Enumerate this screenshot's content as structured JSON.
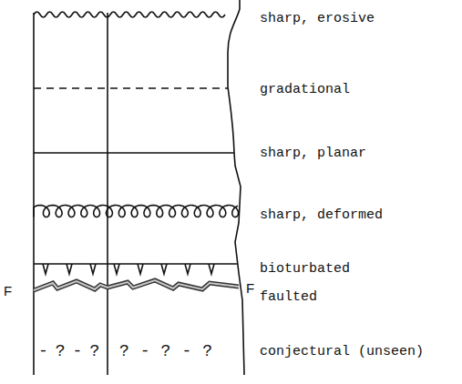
{
  "diagram": {
    "labels": [
      "sharp, erosive",
      "gradational",
      "sharp, planar",
      "sharp, deformed",
      "bioturbated",
      "F",
      "faulted",
      "F",
      "-?-?",
      "?-?-?",
      "conjectural (unseen)"
    ]
  }
}
